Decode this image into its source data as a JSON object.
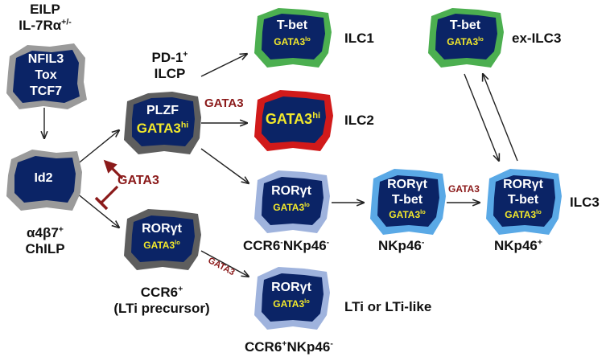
{
  "colors": {
    "nucleus": "#0b2466",
    "gray_rim": "#9a9a9a",
    "dark_gray_rim": "#5e5e5e",
    "green_rim": "#4caf50",
    "red_rim": "#d11a1a",
    "light_blue_rim": "#9fb3dd",
    "sky_blue_rim": "#5aa9e6",
    "label_yellow": "#f3e92b",
    "gata_red": "#8b1a1a",
    "arrow": "#222222"
  },
  "eilp": {
    "line1": "EILP",
    "line2": "IL-7Rα",
    "sup": "+/-",
    "cell_line1": "NFIL3",
    "cell_line2": "Tox",
    "cell_line3": "TCF7"
  },
  "chilp": {
    "cell_text": "Id2",
    "line1": "α4β7",
    "sup1": "+",
    "line2": "ChILP"
  },
  "ilcp": {
    "line1": "PD-1",
    "sup1": "+",
    "line2": "ILCP",
    "cell_line1": "PLZF",
    "cell_line2": "GATA3",
    "cell_sup": "hi"
  },
  "ilc1": {
    "cell_line1": "T-bet",
    "cell_line2": "GATA3",
    "cell_sup": "lo",
    "label": "ILC1"
  },
  "ilc2": {
    "gata3_above": "GATA3",
    "cell_text": "GATA3",
    "cell_sup": "hi",
    "label": "ILC2"
  },
  "ex_ilc3": {
    "cell_line1": "T-bet",
    "cell_line2": "GATA3",
    "cell_sup": "lo",
    "label": "ex-ILC3"
  },
  "ccr6_neg": {
    "cell_line1": "RORγt",
    "cell_line2": "GATA3",
    "cell_sup": "lo",
    "label_a": "CCR6",
    "sup_a": "-",
    "label_b": "NKp46",
    "sup_b": "-"
  },
  "nkp46_neg": {
    "cell_line1": "RORγt",
    "cell_line2": "T-bet",
    "cell_line3": "GATA3",
    "cell_sup": "lo",
    "label": "NKp46",
    "sup": "-",
    "gata3_right": "GATA3"
  },
  "nkp46_pos": {
    "cell_line1": "RORγt",
    "cell_line2": "T-bet",
    "cell_line3": "GATA3",
    "cell_sup": "lo",
    "label": "NKp46",
    "sup": "+",
    "side_label": "ILC3"
  },
  "lti_prec": {
    "cell_line1": "RORγt",
    "cell_line2": "GATA3",
    "cell_sup": "lo",
    "line1": "CCR6",
    "sup1": "+",
    "line2": "(LTi precursor)",
    "gata3_diag": "GATA3"
  },
  "lti": {
    "cell_line1": "RORγt",
    "cell_line2": "GATA3",
    "cell_sup": "lo",
    "label": "LTi or LTi-like",
    "bottom_a": "CCR6",
    "sup_a": "+",
    "bottom_b": "NKp46",
    "sup_b": "-"
  },
  "regulation": {
    "gata3_label": "GATA3"
  }
}
